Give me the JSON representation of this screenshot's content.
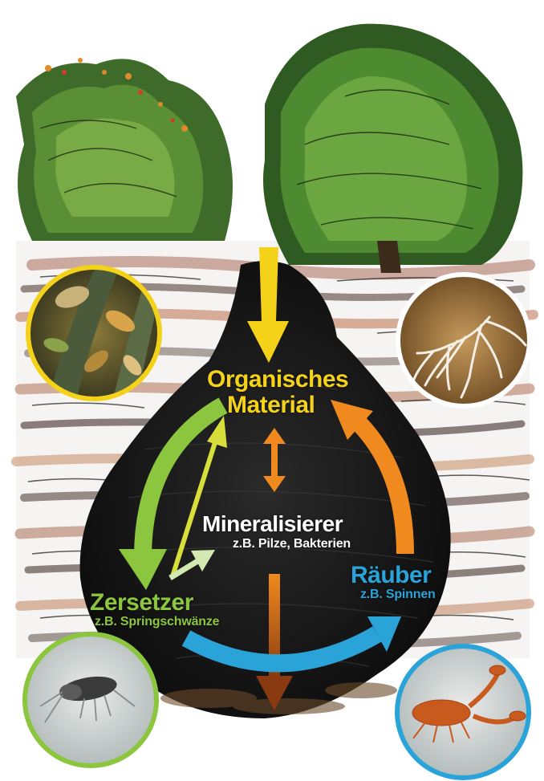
{
  "diagram": {
    "nodes": {
      "organic": {
        "line1": "Organisches",
        "line2": "Material",
        "color": "#f5d21a"
      },
      "mineral": {
        "title": "Mineralisierer",
        "subtitle": "z.B. Pilze, Bakterien",
        "color": "#ffffff"
      },
      "decomposer": {
        "title": "Zersetzer",
        "subtitle": "z.B. Springschwänze",
        "color": "#8cc63f"
      },
      "predator": {
        "title": "Räuber",
        "subtitle": "z.B. Spinnen",
        "color": "#2aa3d9"
      }
    },
    "photos": {
      "leaves": {
        "icon": "leaf-litter-photo",
        "border": "#f5d21a"
      },
      "fungus": {
        "icon": "fungal-mycelium-photo",
        "border": "#ffffff"
      },
      "springtail": {
        "icon": "springtail-photo",
        "border": "#8cc63f"
      },
      "pseudoscorpion": {
        "icon": "pseudoscorpion-photo",
        "border": "#2aa3d9"
      }
    },
    "colors": {
      "yellow_arrow": "#f5d21a",
      "green_arrow": "#8cc63f",
      "orange_arrow": "#f08a1e",
      "blue_arrow": "#2aa3d9",
      "soil_dark": "#151515"
    }
  }
}
